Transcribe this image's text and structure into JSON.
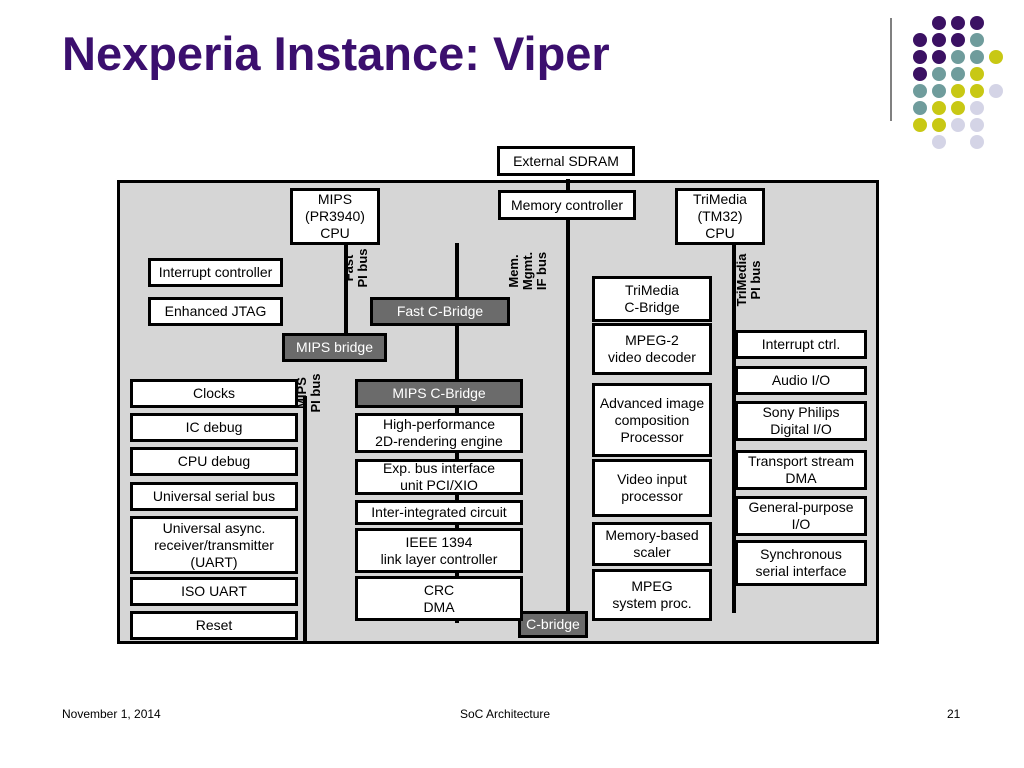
{
  "slide": {
    "title": "Nexperia Instance: Viper",
    "footer_date": "November 1, 2014",
    "footer_center": "SoC Architecture",
    "page_number": "21"
  },
  "colors": {
    "title": "#3b0f6e",
    "dot_purple": "#3b1163",
    "dot_teal": "#6f9c9c",
    "dot_yellow": "#c8c814",
    "dot_lavender": "#d4d4e6",
    "bridge_fill": "#6b6b6b",
    "diagram_bg": "#d6d6d6"
  },
  "diagram": {
    "external_sdram": "External SDRAM",
    "memory_controller": "Memory controller",
    "mips_cpu": "MIPS\n(PR3940)\nCPU",
    "trimedia_cpu": "TriMedia\n(TM32)\nCPU",
    "interrupt_controller": "Interrupt controller",
    "enhanced_jtag": "Enhanced JTAG",
    "fast_c_bridge": "Fast C-Bridge",
    "mips_bridge": "MIPS bridge",
    "mips_c_bridge": "MIPS C-Bridge",
    "c_bridge": "C-bridge",
    "trimedia_c_bridge": "TriMedia\nC-Bridge",
    "bus_labels": {
      "fast_pi_bus": "Fast\nPI bus",
      "mem_mgmt_if_bus": "Mem.\nMgmt.\nIF bus",
      "mips_pi_bus": "MIPS\nPI bus",
      "trimedia_pi_bus": "TriMedia\nPI bus"
    },
    "left_column": [
      "Clocks",
      "IC debug",
      "CPU debug",
      "Universal serial bus",
      "Universal async.\nreceiver/transmitter\n(UART)",
      "ISO UART",
      "Reset"
    ],
    "center_column": [
      "High-performance\n2D-rendering engine",
      "Exp. bus interface\nunit PCI/XIO",
      "Inter-integrated circuit",
      "IEEE 1394\nlink layer controller",
      "CRC\nDMA"
    ],
    "right_center_column": [
      "MPEG-2\nvideo decoder",
      "Advanced image\ncomposition\nProcessor",
      "Video input\nprocessor",
      "Memory-based\nscaler",
      "MPEG\nsystem proc."
    ],
    "right_column": [
      "Interrupt ctrl.",
      "Audio I/O",
      "Sony Philips\nDigital I/O",
      "Transport stream\nDMA",
      "General-purpose\nI/O",
      "Synchronous\nserial interface"
    ]
  }
}
